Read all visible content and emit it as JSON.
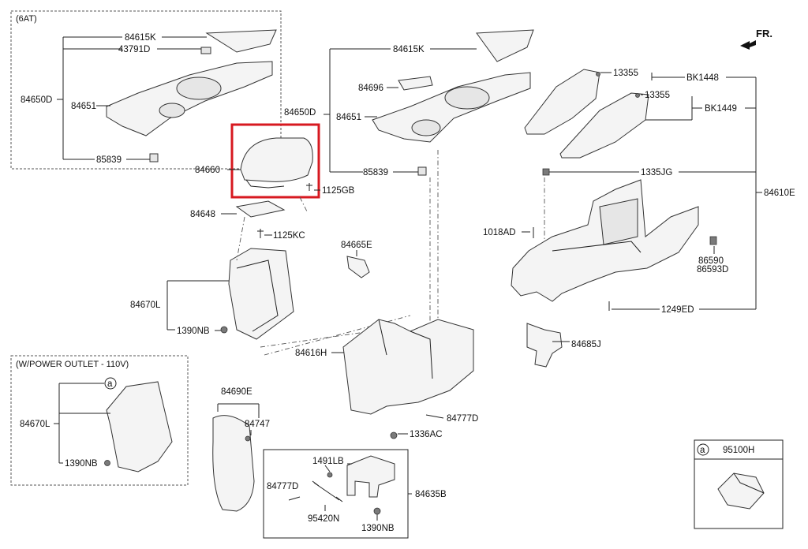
{
  "boxes": {
    "at6": "(6AT)",
    "power_outlet": "(W/POWER OUTLET - 110V)",
    "legend_circle": "a",
    "legend_part": "95100H"
  },
  "direction": "FR.",
  "callout_letter": "a",
  "labels": {
    "l84615k_a": "84615K",
    "l43791d": "43791D",
    "l84650d_a": "84650D",
    "l84651_a": "84651",
    "l85839_a": "85839",
    "l84615k_b": "84615K",
    "l84696": "84696",
    "l84650d_b": "84650D",
    "l84651_b": "84651",
    "l85839_b": "85839",
    "l84660": "84660",
    "l1125gb": "1125GB",
    "l84648": "84648",
    "l1125kc": "1125KC",
    "l84670l_a": "84670L",
    "l1390nb_a": "1390NB",
    "l84665e": "84665E",
    "l84616h": "84616H",
    "l84777d_a": "84777D",
    "l1336ac": "1336AC",
    "l84690e": "84690E",
    "l84747": "84747",
    "l1491lb": "1491LB",
    "l84777d_b": "84777D",
    "l84635b": "84635B",
    "l95420n": "95420N",
    "l1390nb_c": "1390NB",
    "l84670l_b": "84670L",
    "l1390nb_b": "1390NB",
    "l13355_a": "13355",
    "lbk1448": "BK1448",
    "l13355_b": "13355",
    "lbk1449": "BK1449",
    "l1335jg": "1335JG",
    "l84610e": "84610E",
    "l1018ad": "1018AD",
    "l86590": "86590",
    "l86593d": "86593D",
    "l1249ed": "1249ED",
    "l84685j": "84685J"
  },
  "highlight": {
    "part": "84660",
    "color": "#d71920"
  }
}
